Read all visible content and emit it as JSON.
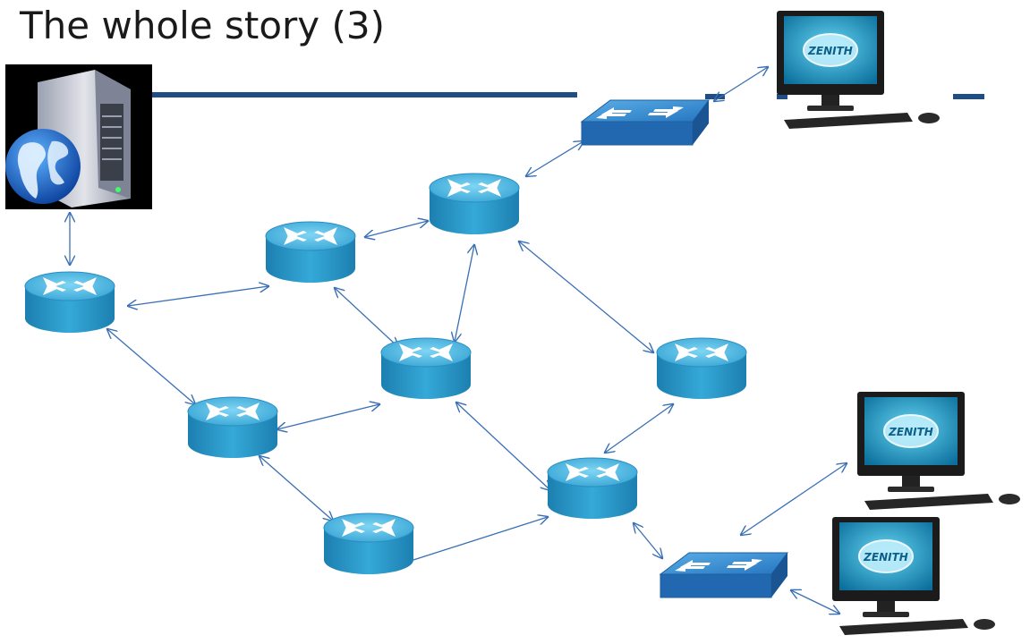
{
  "slide": {
    "title": "The whole story (3)"
  },
  "devices": {
    "server": {
      "icon": "web-server-icon"
    },
    "routers": [
      "r1",
      "r2",
      "r3",
      "r4",
      "r5",
      "r6",
      "r7",
      "r8"
    ],
    "switches": [
      "switch-top",
      "switch-bottom"
    ],
    "computers": [
      {
        "brand": "ZENITH"
      },
      {
        "brand": "ZENITH"
      },
      {
        "brand": "ZENITH"
      }
    ]
  },
  "colors": {
    "router": "#2e9fcf",
    "router_top": "#5ec4ea",
    "link": "#3a6fb5",
    "bus": "#1f4e86",
    "switch": "#2a7fc4"
  }
}
